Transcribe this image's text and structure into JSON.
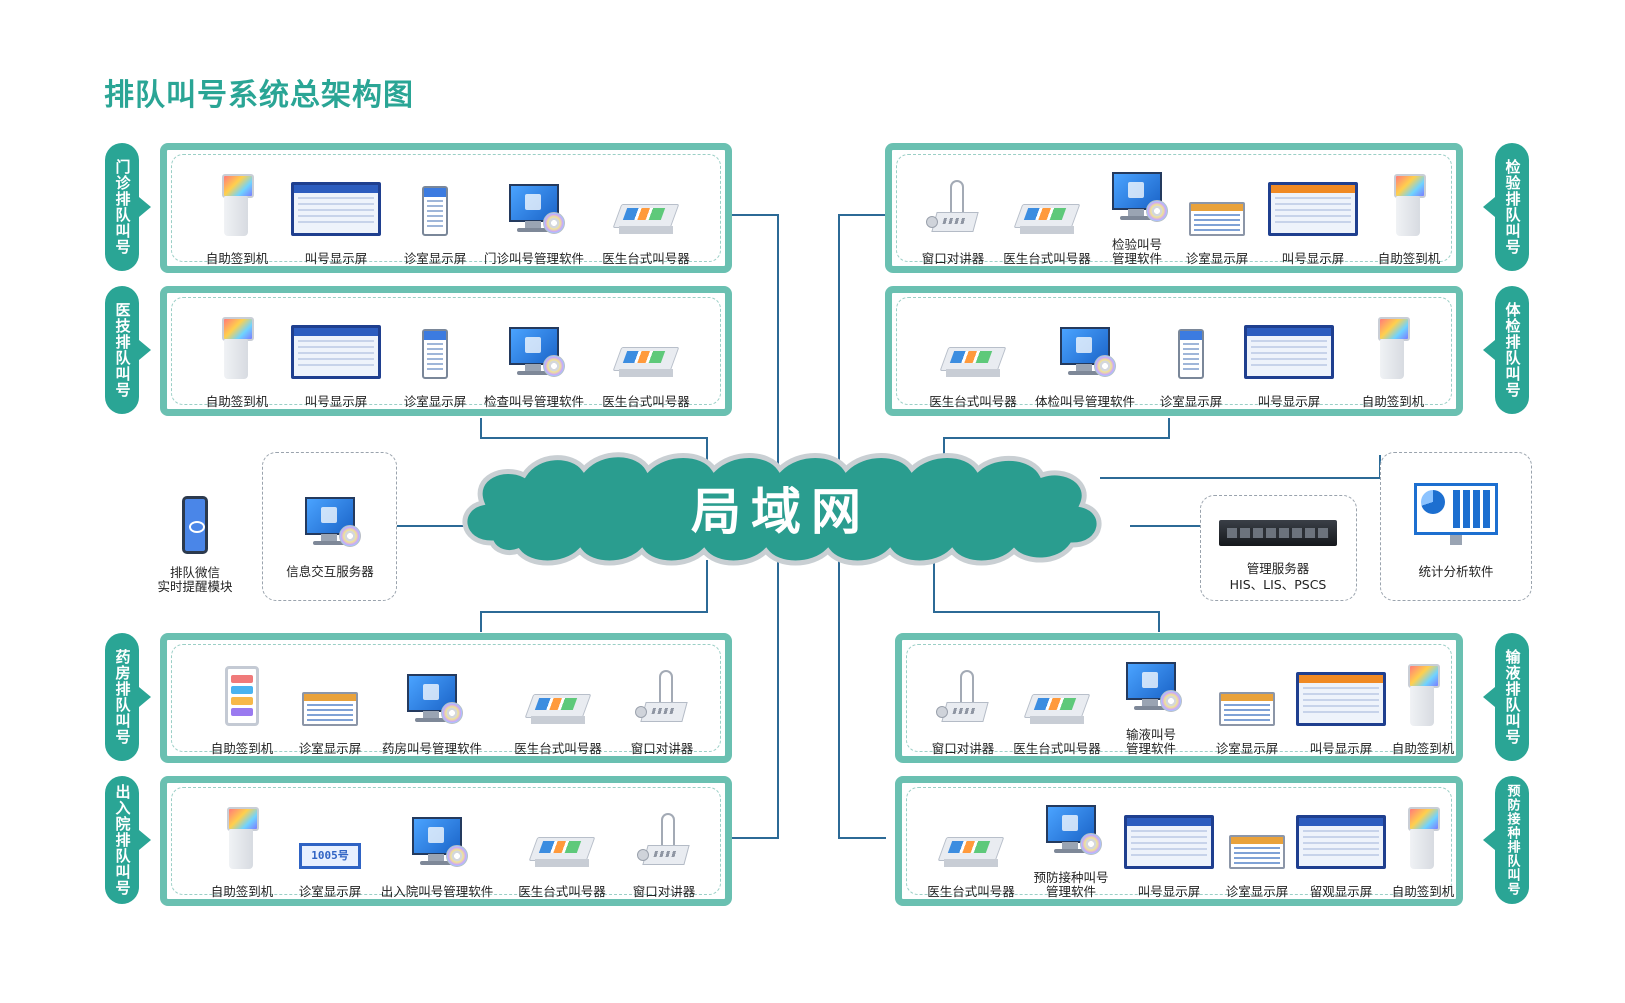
{
  "title": "排队叫号系统总架构图",
  "center": "局域网",
  "tags": {
    "outpatient": "门诊排队叫号",
    "medtech": "医技排队叫号",
    "pharmacy": "药房排队叫号",
    "admission": "出入院排队叫号",
    "lab": "检验排队叫号",
    "physical": "体检排队叫号",
    "infusion": "输液排队叫号",
    "vaccine": "预防接种排队叫号"
  },
  "panels": {
    "outpatient": [
      "自助签到机",
      "叫号显示屏",
      "诊室显示屏",
      "门诊叫号管理软件",
      "医生台式叫号器"
    ],
    "medtech": [
      "自助签到机",
      "叫号显示屏",
      "诊室显示屏",
      "检查叫号管理软件",
      "医生台式叫号器"
    ],
    "pharmacy": [
      "自助签到机",
      "诊室显示屏",
      "药房叫号管理软件",
      "医生台式叫号器",
      "窗口对讲器"
    ],
    "admission": [
      "自助签到机",
      "诊室显示屏",
      "出入院叫号管理软件",
      "医生台式叫号器",
      "窗口对讲器"
    ],
    "lab": [
      "窗口对讲器",
      "医生台式叫号器",
      "检验叫号\n管理软件",
      "诊室显示屏",
      "叫号显示屏",
      "自助签到机"
    ],
    "physical": [
      "医生台式叫号器",
      "体检叫号管理软件",
      "诊室显示屏",
      "叫号显示屏",
      "自助签到机"
    ],
    "infusion": [
      "窗口对讲器",
      "医生台式叫号器",
      "输液叫号\n管理软件",
      "诊室显示屏",
      "叫号显示屏",
      "自助签到机"
    ],
    "vaccine": [
      "医生台式叫号器",
      "预防接种叫号\n管理软件",
      "叫号显示屏",
      "诊室显示屏",
      "留观显示屏",
      "自助签到机"
    ]
  },
  "lcd_number": "1005号",
  "wechat": "排队微信\n实时提醒模块",
  "info_server": "信息交互服务器",
  "mgmt_server": "管理服务器",
  "mgmt_server_sub": "HIS、LIS、PSCS",
  "analytics": "统计分析软件",
  "colors": {
    "accent": "#2aa595",
    "panel_border": "#6ac0b1",
    "cloud": "#2a9d8f"
  }
}
